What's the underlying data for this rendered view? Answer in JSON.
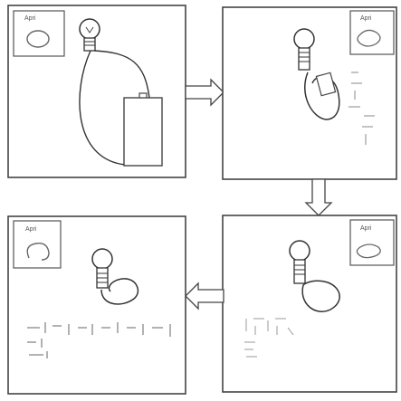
{
  "panels": [
    {
      "label": "Apri"
    },
    {
      "label": "Apri"
    },
    {
      "label": "Apri"
    },
    {
      "label": "Apri"
    }
  ]
}
